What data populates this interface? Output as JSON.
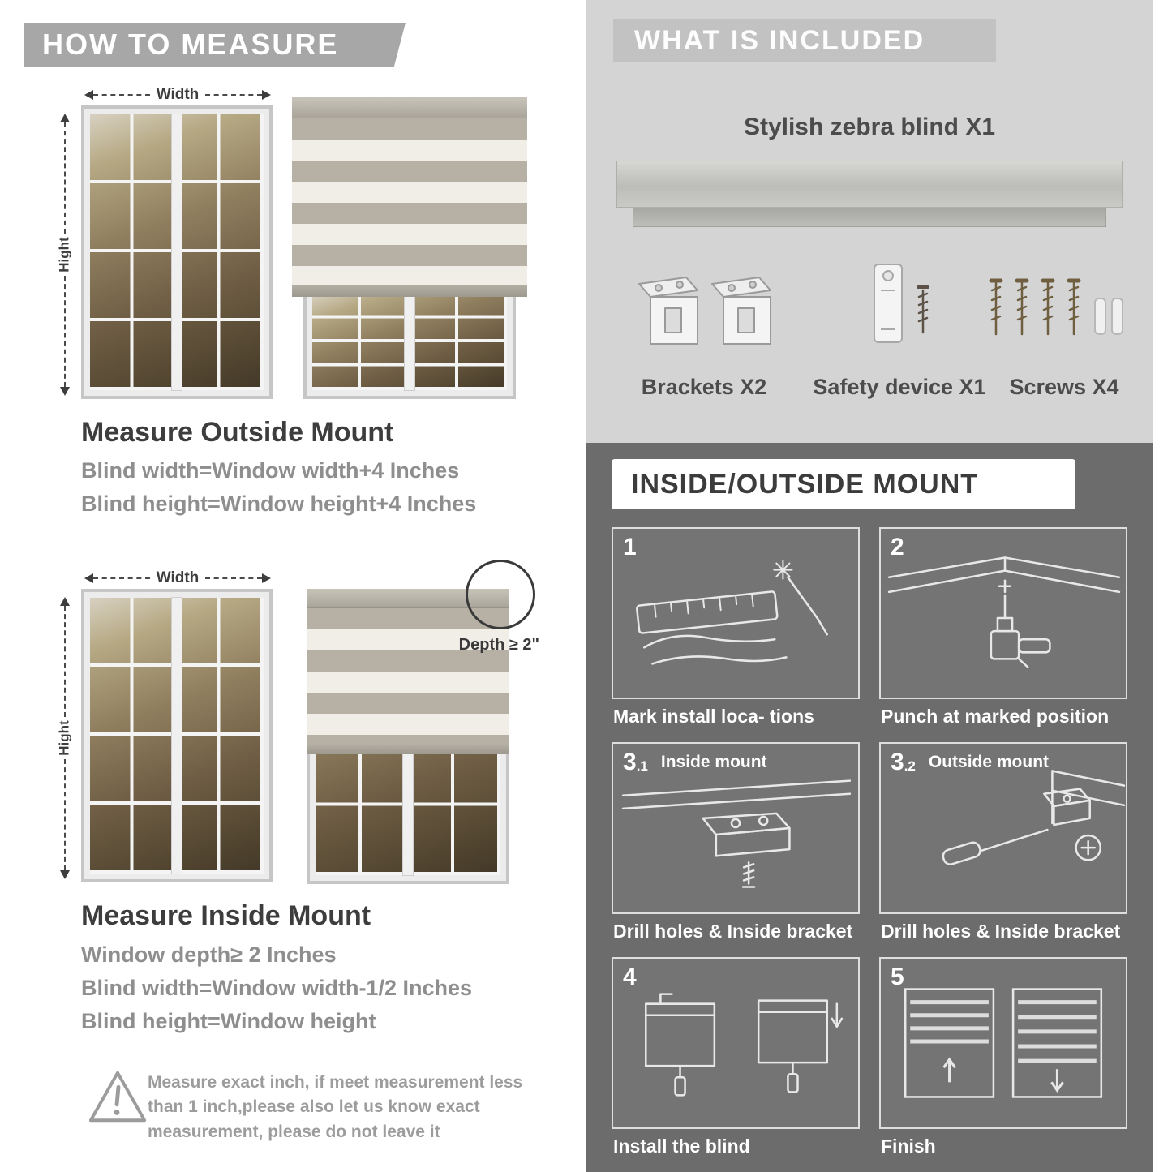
{
  "colors": {
    "ribbon_gray": "#a7a7a7",
    "light_panel": "#d4d4d4",
    "included_banner": "#c2c2c2",
    "dark_panel": "#6c6c6c",
    "heading_dark": "#3d3d3d",
    "sub_gray": "#8e8e8e",
    "stripe_taupe": "#b7b1a5"
  },
  "left": {
    "banner": "HOW TO MEASURE",
    "width_label": "Width",
    "height_label": "Hight",
    "outside": {
      "heading": "Measure Outside Mount",
      "line1": "Blind width=Window width+4 Inches",
      "line2": "Blind height=Window height+4 Inches"
    },
    "inside": {
      "heading": "Measure Inside Mount",
      "line1": "Window depth≥ 2 Inches",
      "line2": "Blind width=Window width-1/2 Inches",
      "line3": "Blind height=Window height",
      "depth_callout": "Depth ≥ 2\""
    },
    "warning": {
      "line1": "Measure exact inch, if meet measurement less",
      "line2": "than 1 inch,please also let us know exact",
      "line3": "measurement, please do not leave it"
    }
  },
  "right": {
    "included": {
      "banner": "WHAT IS INCLUDED",
      "product": "Stylish zebra blind X1",
      "parts": [
        {
          "label": "Brackets X2"
        },
        {
          "label": "Safety device X1"
        },
        {
          "label": "Screws X4"
        }
      ]
    },
    "mount": {
      "header": "INSIDE/OUTSIDE MOUNT",
      "steps": [
        {
          "num": "1",
          "caption": "Mark install loca- tions"
        },
        {
          "num": "2",
          "caption": "Punch at  marked position"
        },
        {
          "num": "3",
          "sub": ".1",
          "title": "Inside mount",
          "caption": "Drill holes &  Inside bracket"
        },
        {
          "num": "3",
          "sub": ".2",
          "title": "Outside mount",
          "caption": "Drill holes &  Inside bracket"
        },
        {
          "num": "4",
          "caption": "Install the blind"
        },
        {
          "num": "5",
          "caption": "Finish"
        }
      ]
    }
  }
}
